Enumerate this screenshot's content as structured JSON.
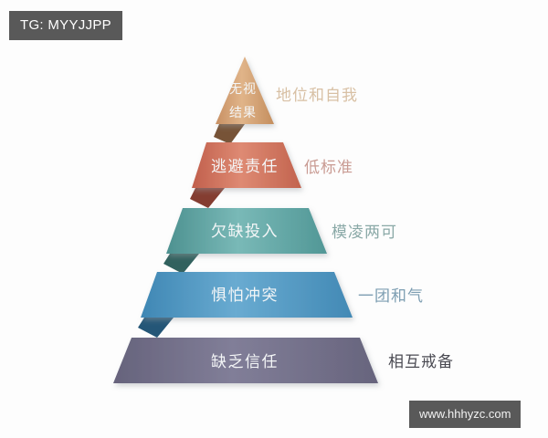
{
  "badge": {
    "text": "TG: MYYJJPP",
    "background": "#595959",
    "color": "#ffffff"
  },
  "watermark": {
    "text": "www.hhhyzc.com",
    "background": "#595959",
    "color": "#f2f2f2"
  },
  "diagram": {
    "type": "pyramid",
    "background": "#fdfdfd",
    "levels": 5,
    "tiers": [
      {
        "index": 1,
        "position": "apex",
        "label_lines": [
          "无视",
          "结果"
        ],
        "label": "无视结果",
        "side_label": "地位和自我",
        "fill": "#d9a274",
        "fill_light": "#e3b68c",
        "fill_dark": "#c08a58",
        "fold_fill": "#6b4426",
        "text_color": "#f6ece2",
        "side_text_color": "#d8c0a4"
      },
      {
        "index": 2,
        "position": "upper",
        "label_lines": [
          "逃避责任"
        ],
        "label": "逃避责任",
        "side_label": "低标准",
        "fill": "#d5705c",
        "fill_light": "#e08a75",
        "fill_dark": "#b85742",
        "fold_fill": "#7a2d20",
        "text_color": "#f7e9e5",
        "side_text_color": "#c99b93"
      },
      {
        "index": 3,
        "position": "middle",
        "label_lines": [
          "欠缺投入"
        ],
        "label": "欠缺投入",
        "side_label": "模凌两可",
        "fill": "#5fa3a2",
        "fill_light": "#7bb8b6",
        "fill_dark": "#468583",
        "fold_fill": "#1f5450",
        "text_color": "#eef6f6",
        "side_text_color": "#87a8a6"
      },
      {
        "index": 4,
        "position": "lower",
        "label_lines": [
          "惧怕冲突"
        ],
        "label": "惧怕冲突",
        "side_label": "一团和气",
        "fill": "#4f97c2",
        "fill_light": "#6badd4",
        "fill_dark": "#3a7ca3",
        "fold_fill": "#11486b",
        "text_color": "#edf5fa",
        "side_text_color": "#7d9eb2"
      },
      {
        "index": 5,
        "position": "base",
        "label_lines": [
          "缺乏信任"
        ],
        "label": "缺乏信任",
        "side_label": "相互戒备",
        "fill": "#73708a",
        "fill_light": "#84819b",
        "fill_dark": "#5f5c75",
        "fold_fill": "#2c2a3c",
        "text_color": "#f0eff5",
        "side_text_color": "#4a4a52"
      }
    ]
  }
}
